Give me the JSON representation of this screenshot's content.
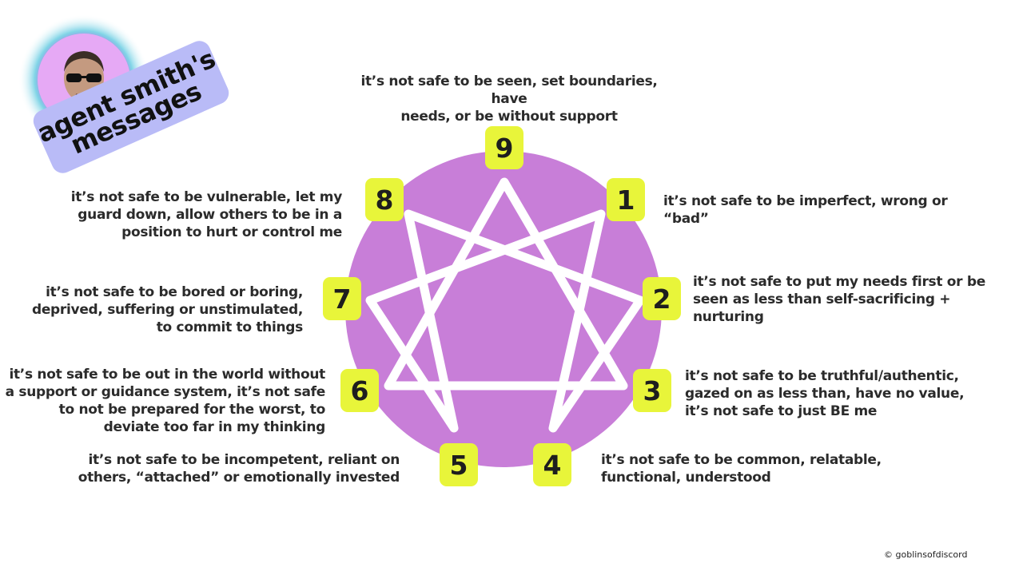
{
  "badge": {
    "text": "agent smith's\nmessages",
    "color": "#b9bbf7"
  },
  "colors": {
    "circle": "#c87ed8",
    "lines": "#ffffff",
    "number_box": "#e8f53a"
  },
  "points": [
    {
      "number": "9",
      "message": "it’s not safe to be seen, set boundaries, have\nneeds, or be without support"
    },
    {
      "number": "1",
      "message": "it’s not safe to be imperfect, wrong or “bad”"
    },
    {
      "number": "2",
      "message": "it’s not safe to put my needs first or be\nseen as less than self-sacrificing +\nnurturing"
    },
    {
      "number": "3",
      "message": "it’s not safe to be truthful/authentic,\ngazed on as less than, have no value,\nit’s not safe to just BE me"
    },
    {
      "number": "4",
      "message": "it’s not safe to be common, relatable,\nfunctional, understood"
    },
    {
      "number": "5",
      "message": "it’s not safe to be incompetent, reliant on\nothers, “attached” or emotionally invested"
    },
    {
      "number": "6",
      "message": "it’s not safe to be out in the world without\na support or guidance system, it’s not safe\nto not be prepared for the worst, to\ndeviate too far in my thinking"
    },
    {
      "number": "7",
      "message": "it’s not safe to be bored or boring,\ndeprived, suffering or unstimulated,\nto commit to things"
    },
    {
      "number": "8",
      "message": "it’s not safe to be vulnerable, let my\nguard down, allow others to be in a\nposition to hurt or control me"
    }
  ],
  "copyright": "© goblinsofdiscord"
}
